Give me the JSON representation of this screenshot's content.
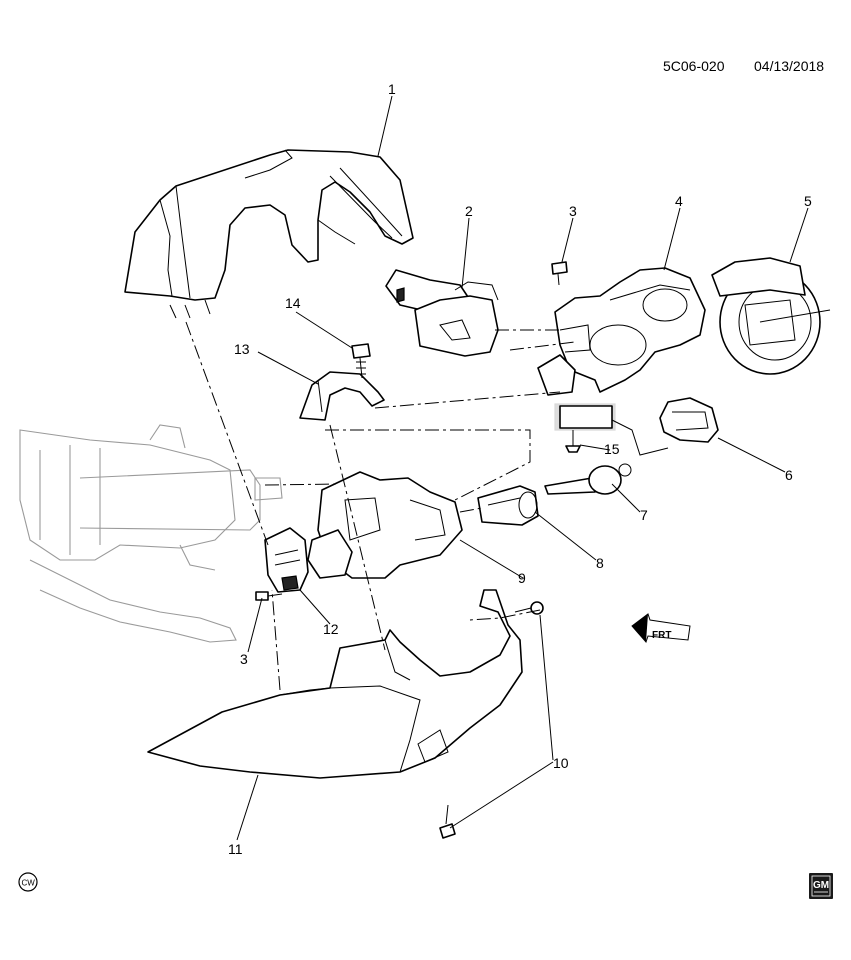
{
  "diagram": {
    "reference_code": "5C06-020",
    "date": "04/13/2018",
    "callouts": [
      "1",
      "2",
      "3",
      "4",
      "5",
      "13",
      "14",
      "15",
      "6",
      "7",
      "8",
      "9",
      "12",
      "3",
      "10",
      "11"
    ],
    "front_arrow_text": "FRT",
    "corner_mark": "CW",
    "logo_text": "GM"
  }
}
